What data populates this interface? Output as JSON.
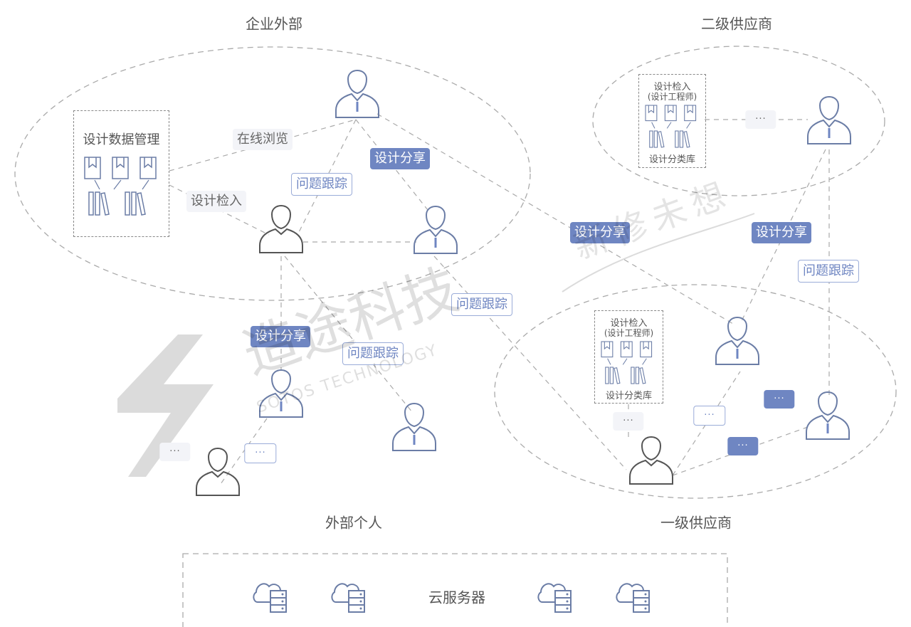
{
  "regions": {
    "enterprise_external": "企业外部",
    "secondary_supplier": "二级供应商",
    "external_individual": "外部个人",
    "primary_supplier": "一级供应商"
  },
  "design_data_mgmt": {
    "title": "设计数据管理"
  },
  "supplier_lib": {
    "line1": "设计检入",
    "line2": "(设计工程师)",
    "line3": "设计分类库"
  },
  "tags": {
    "online_browse": "在线浏览",
    "design_checkin": "设计检入",
    "design_share": "设计分享",
    "issue_tracking": "问题跟踪",
    "ellipsis": "···"
  },
  "cloud": {
    "label": "云服务器"
  },
  "watermark": {
    "cn": "造途科技",
    "en": "SOTOS TECHNOLOGY",
    "script": "新修未想"
  },
  "colors": {
    "accent": "#6f86c2",
    "outline": "#9aacd8",
    "person": "#6b7da6",
    "dash": "#aaaaaa"
  }
}
